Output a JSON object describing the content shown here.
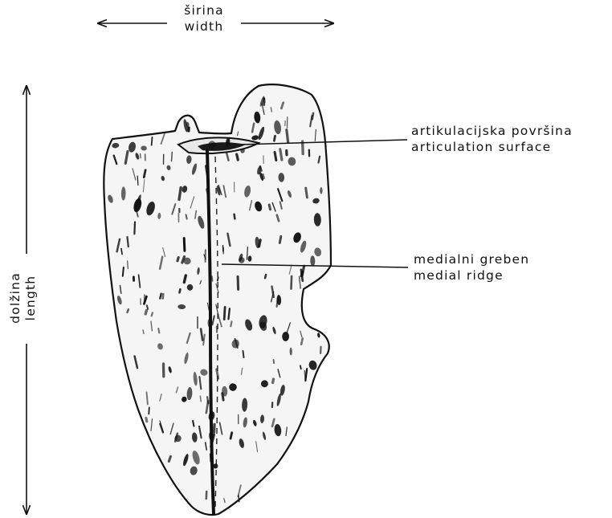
{
  "width_label": {
    "local": "širina",
    "english": "width"
  },
  "length_label": {
    "local": "dolžina",
    "english": "length"
  },
  "annotations": [
    {
      "local": "artikulacijska površina",
      "english": "articulation surface"
    },
    {
      "local": "medialni greben",
      "english": "medial ridge"
    }
  ],
  "colors": {
    "ink": "#111111",
    "bone_fill": "#f4f4f4",
    "background": "#ffffff"
  }
}
